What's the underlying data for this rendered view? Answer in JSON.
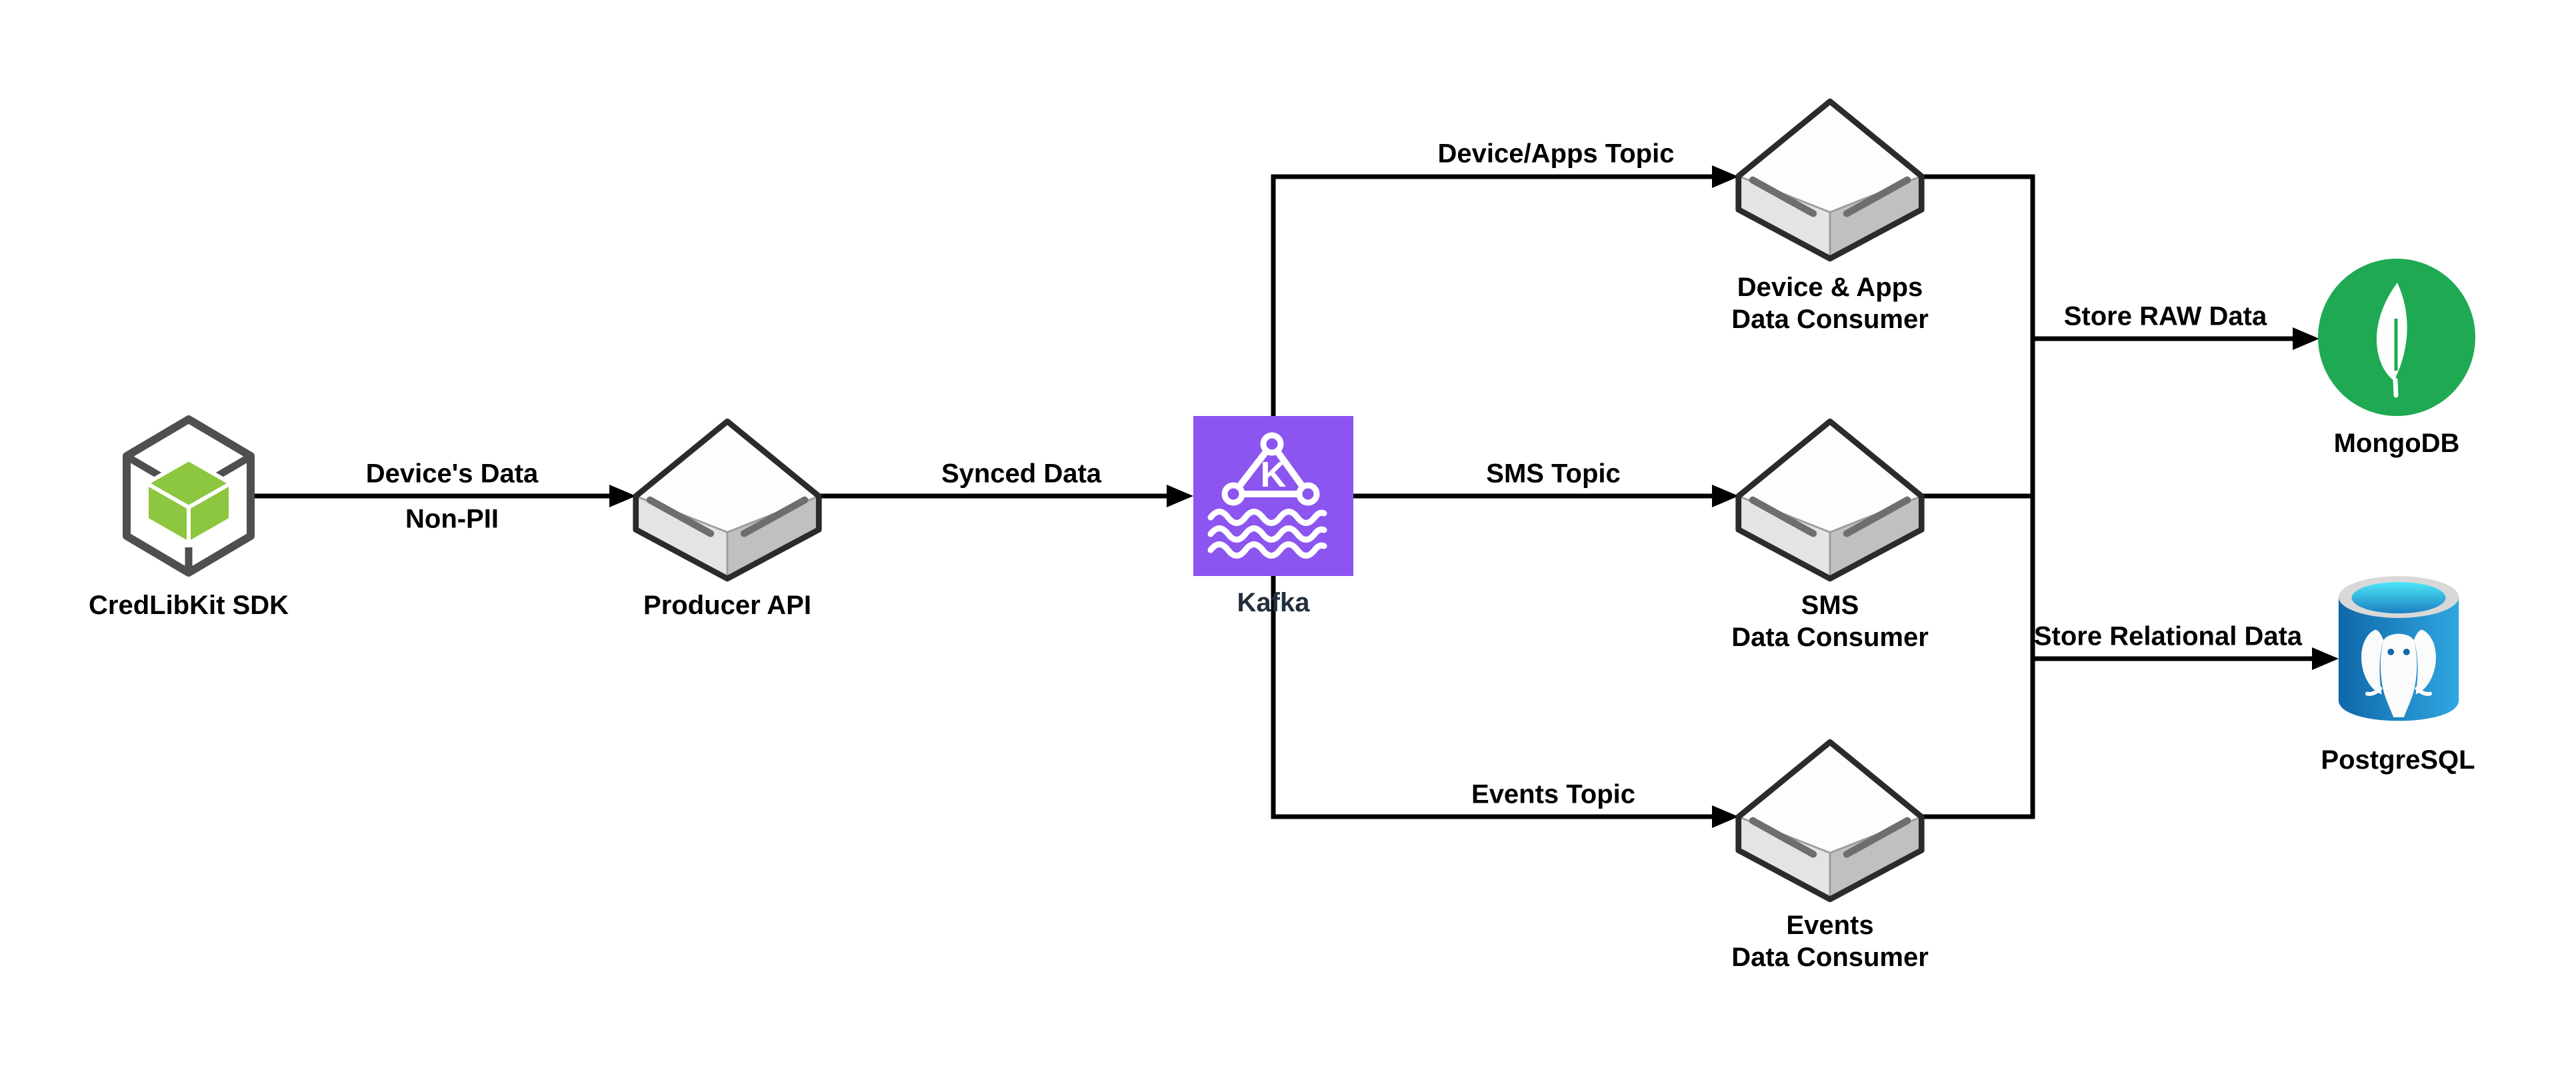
{
  "diagram": {
    "type": "architecture-flow-diagram",
    "background": "#FFFFFF",
    "nodes": {
      "credlibkit": {
        "label": "CredLibKit SDK",
        "icon": "package-cube-icon"
      },
      "producer": {
        "label": "Producer API",
        "icon": "service-box-icon"
      },
      "kafka": {
        "label": "Kafka",
        "icon": "kafka-icon",
        "icon_letter": "K"
      },
      "consumer_device": {
        "line1": "Device & Apps",
        "line2": "Data Consumer",
        "icon": "service-box-icon"
      },
      "consumer_sms": {
        "line1": "SMS",
        "line2": "Data Consumer",
        "icon": "service-box-icon"
      },
      "consumer_events": {
        "line1": "Events",
        "line2": "Data Consumer",
        "icon": "service-box-icon"
      },
      "mongodb": {
        "label": "MongoDB",
        "icon": "mongodb-leaf-icon"
      },
      "postgresql": {
        "label": "PostgreSQL",
        "icon": "postgresql-elephant-icon"
      }
    },
    "edges": {
      "device_data": {
        "line1": "Device's Data",
        "line2": "Non-PII",
        "from": "credlibkit",
        "to": "producer"
      },
      "synced_data": {
        "label": "Synced Data",
        "from": "producer",
        "to": "kafka"
      },
      "device_apps_topic": {
        "label": "Device/Apps Topic",
        "from": "kafka",
        "to": "consumer_device"
      },
      "sms_topic": {
        "label": "SMS Topic",
        "from": "kafka",
        "to": "consumer_sms"
      },
      "events_topic": {
        "label": "Events Topic",
        "from": "kafka",
        "to": "consumer_events"
      },
      "store_raw": {
        "label": "Store RAW Data",
        "from": "consumers",
        "to": "mongodb"
      },
      "store_relational": {
        "label": "Store Relational Data",
        "from": "consumers",
        "to": "postgresql"
      }
    },
    "colors": {
      "connector_black": "#000000",
      "kafka_purple": "#8C55F0",
      "kafka_label_navy": "#232F3E",
      "package_green": "#8DC63F",
      "package_outline_gray": "#4F4F4F",
      "mongodb_green": "#1FA953",
      "postgres_blue_dark": "#0F67A9",
      "postgres_blue_light": "#2FA7E0",
      "postgres_cyan": "#4EE7F8",
      "postgres_rim_gray": "#D8D8D8",
      "box_top_white": "#FDFDFD",
      "box_left_gray": "#E4E4E4",
      "box_right_gray": "#C0C0C0",
      "box_outline": "#2B2B2B",
      "box_slash_gray": "#6E6E6E"
    }
  }
}
